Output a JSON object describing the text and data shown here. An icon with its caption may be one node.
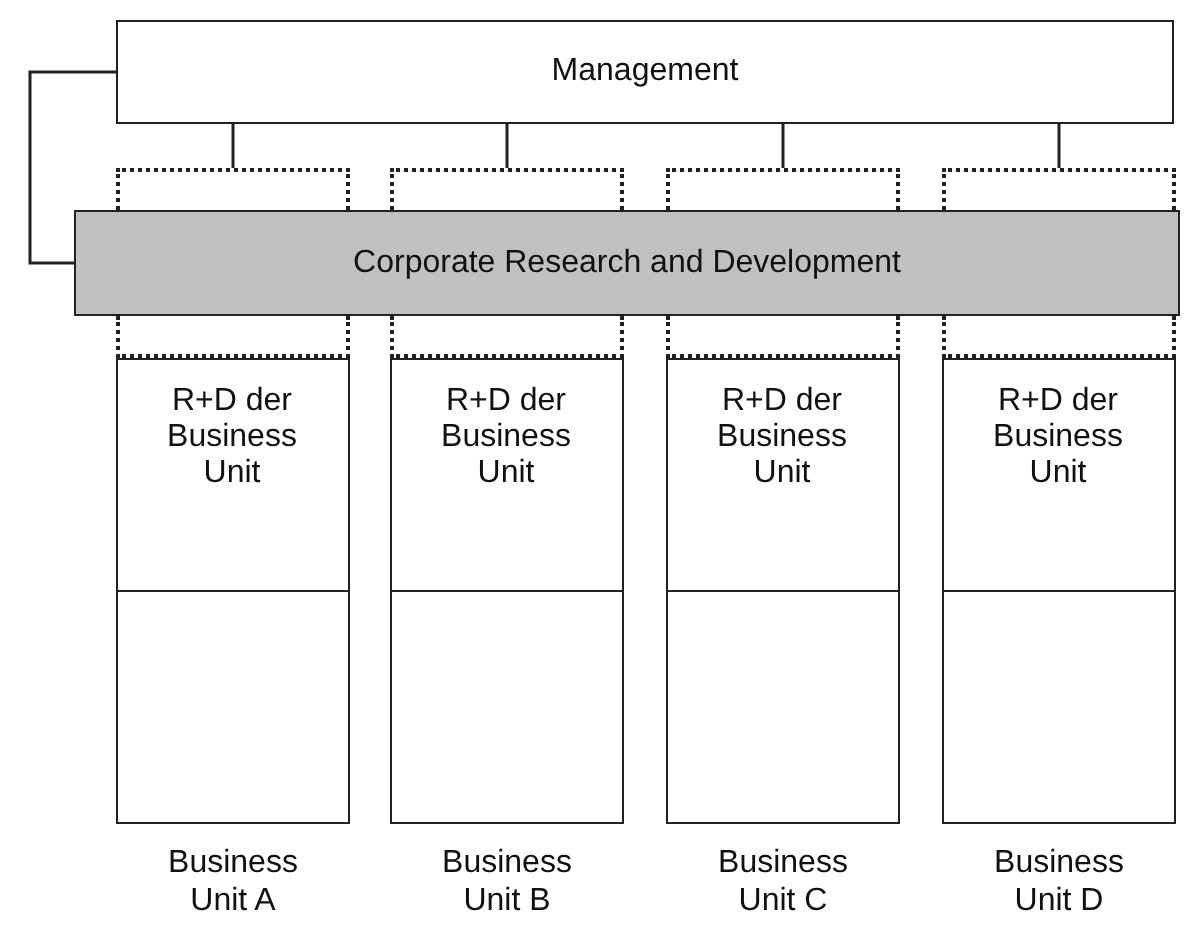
{
  "diagram": {
    "nodes": [
      {
        "text": [
          "Management"
        ]
      },
      {
        "text": [
          "Corporate Research and Development"
        ]
      },
      {
        "text": [],
        "shape": "box"
      },
      {
        "text": [],
        "shape": "box"
      },
      {
        "text": [],
        "shape": "box"
      },
      {
        "text": [],
        "shape": "box"
      },
      {
        "text": [],
        "shape": "box",
        "beside": [
          "Business Unit A"
        ]
      },
      {
        "text": [],
        "shape": "box",
        "beside": [
          "Business Unit B"
        ]
      },
      {
        "text": [],
        "shape": "box",
        "beside": [
          "Business Unit C"
        ]
      },
      {
        "text": [],
        "shape": "box",
        "beside": [
          "Business Unit D"
        ]
      },
      {
        "text": [
          "R+D der Business Unit"
        ],
        "in": 6
      },
      {
        "text": [
          "R+D der Business Unit"
        ],
        "in": 7
      },
      {
        "text": [
          "R+D der Business Unit"
        ],
        "in": 8
      },
      {
        "text": [
          "R+D der Business Unit"
        ],
        "in": 9
      }
    ],
    "edges": [
      {
        "from": 0,
        "to": 1,
        "arrow": "none"
      },
      {
        "from": 0,
        "to": 2,
        "arrow": "none"
      },
      {
        "from": 0,
        "to": 3,
        "arrow": "none"
      },
      {
        "from": 0,
        "to": 4,
        "arrow": "none"
      },
      {
        "from": 0,
        "to": 5,
        "arrow": "none"
      }
    ]
  }
}
